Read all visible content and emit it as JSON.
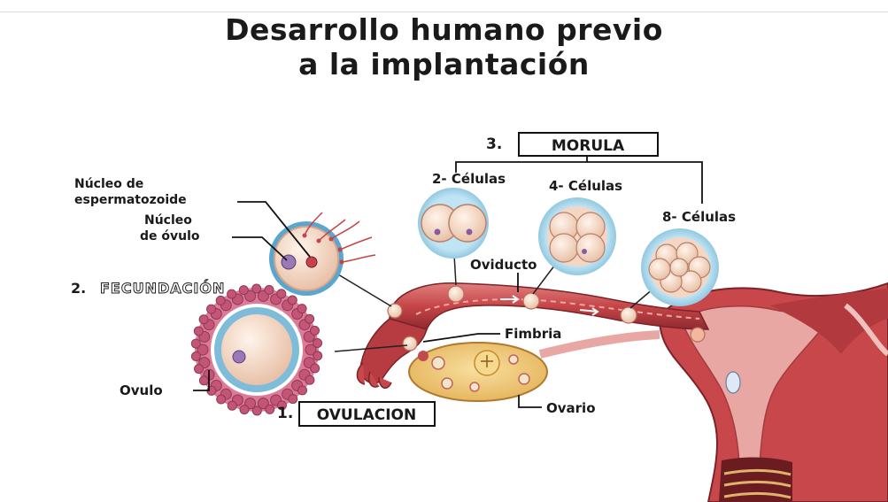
{
  "title": {
    "line1": "Desarrollo humano previo",
    "line2": "a la implantación"
  },
  "labels": {
    "morula_num": "3.",
    "morula": "MORULA",
    "cells2": "2- Células",
    "cells4": "4- Células",
    "cells8": "8- Células",
    "sperm_nucleus_1": "Núcleo de",
    "sperm_nucleus_2": "espermatozoide",
    "ovum_nucleus_1": "Núcleo",
    "ovum_nucleus_2": "de óvulo",
    "fertilization_num": "2.",
    "fertilization": "FECUNDACIÓN",
    "oviduct": "Oviducto",
    "fimbria": "Fimbria",
    "ovum": "Ovulo",
    "ovulation_num": "1.",
    "ovulation": "OVULACION",
    "ovary": "Ovario"
  },
  "colors": {
    "tissue": "#c8474a",
    "tissue_dark": "#8e2a2f",
    "tissue_light": "#e9a7a4",
    "ovary": "#f0c96a",
    "cell": "#f3d7c4",
    "bubble": "#9fd3ea",
    "follicle": "#d86b8c"
  }
}
